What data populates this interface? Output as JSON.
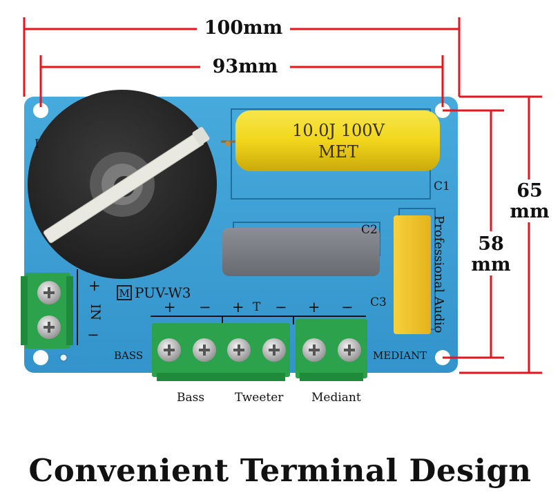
{
  "dimensions": {
    "width_outer": "100mm",
    "width_inner": "93mm",
    "height_outer": "65\nmm",
    "height_inner": "58\nmm"
  },
  "board": {
    "model": "PUV-W3",
    "logo_letter": "M",
    "capacitor_c1_line1": "10.0J 100V",
    "capacitor_c1_line2": "MET",
    "c1": "C1",
    "c2": "C2",
    "c3": "C3",
    "side_text": "Professional Audio",
    "input_label": "IN",
    "input_plus": "+",
    "input_minus": "−",
    "bass": "BASS",
    "mediant": "MEDIANT",
    "tweeter_mark": "T",
    "inductor_mark": "I",
    "polarity": [
      "+",
      "−",
      "+",
      "−",
      "+",
      "−"
    ]
  },
  "terminal_labels": {
    "bass": "Bass",
    "tweeter": "Tweeter",
    "mediant": "Mediant"
  },
  "caption": "Convenient Terminal Design",
  "colors": {
    "board": "#3d9fd3",
    "dimension_line": "#e8141c",
    "capacitor_yellow": "#f1d61c",
    "capacitor_box": "#f4c62c",
    "terminal_green": "#2aa14a",
    "inductor_black": "#2a2a2a"
  }
}
